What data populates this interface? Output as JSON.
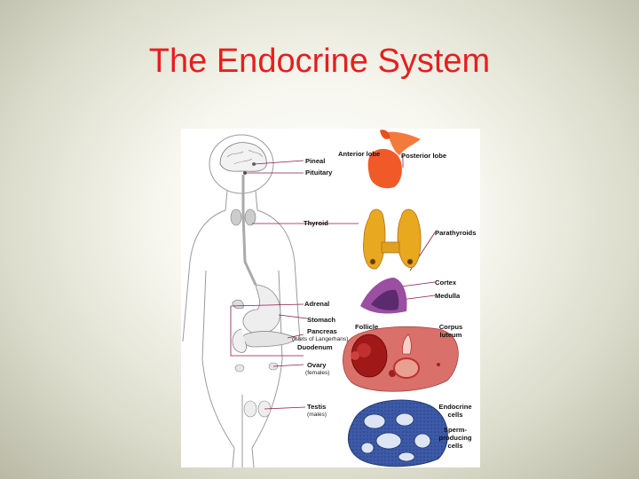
{
  "slide": {
    "title": "The Endocrine System"
  },
  "diagram": {
    "labels": {
      "anterior_lobe": "Anterior lobe",
      "posterior_lobe": "Posterior lobe",
      "pineal": "Pineal",
      "pituitary": "Pituitary",
      "thyroid": "Thyroid",
      "parathyroids": "Parathyroids",
      "cortex": "Cortex",
      "medulla": "Medulla",
      "adrenal": "Adrenal",
      "stomach": "Stomach",
      "pancreas": "Pancreas",
      "islets": "(islets of Langerhans)",
      "duodenum": "Duodenum",
      "follicle": "Follicle",
      "corpus_luteum_1": "Corpus",
      "corpus_luteum_2": "luteum",
      "ovary": "Ovary",
      "females": "(females)",
      "testis": "Testis",
      "males": "(males)",
      "endocrine_cells_1": "Endocrine",
      "endocrine_cells_2": "cells",
      "sperm_cells_1": "Sperm-",
      "sperm_cells_2": "producing",
      "sperm_cells_3": "cells"
    },
    "colors": {
      "title": "#e81e1e",
      "pointer_line": "#8b1a4a",
      "pituitary": "#f05a28",
      "thyroid": "#e0a020",
      "adrenal_cortex": "#9b4fa0",
      "adrenal_medulla": "#5c2a6e",
      "ovary": "#d9706a",
      "follicle": "#a01818",
      "testis_section": "#3c5aa8",
      "outline": "#9a9a9a"
    }
  }
}
